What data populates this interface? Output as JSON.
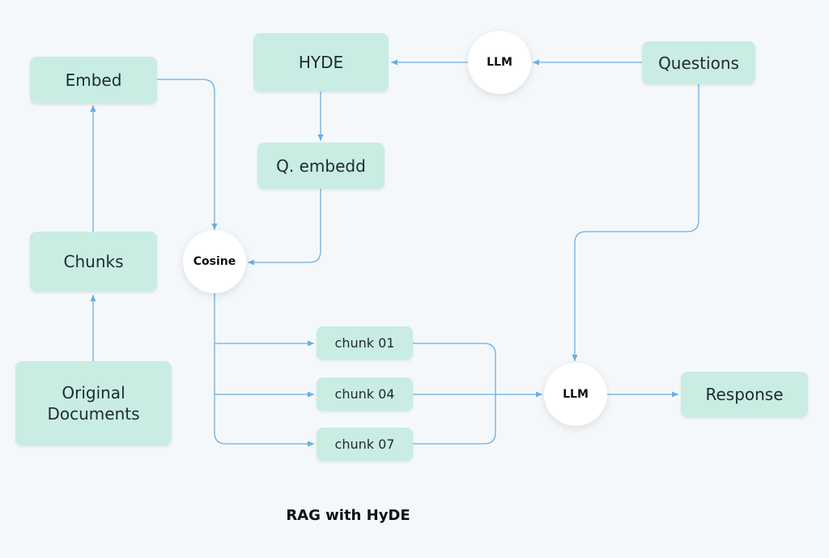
{
  "diagram": {
    "title": "RAG with HyDE",
    "colors": {
      "box": "#c9ede3",
      "circle": "#ffffff",
      "edge": "#6aaee0",
      "background": "#f4f8fb"
    },
    "nodes": {
      "embed": "Embed",
      "chunks": "Chunks",
      "original_documents": "Original Documents",
      "hyde": "HYDE",
      "q_embedd": "Q. embedd",
      "llm_top": "LLM",
      "questions": "Questions",
      "cosine": "Cosine",
      "chunk_01": "chunk 01",
      "chunk_04": "chunk 04",
      "chunk_07": "chunk 07",
      "llm_bottom": "LLM",
      "response": "Response"
    },
    "edges": [
      [
        "original_documents",
        "chunks"
      ],
      [
        "chunks",
        "embed"
      ],
      [
        "embed",
        "cosine"
      ],
      [
        "questions",
        "llm_top"
      ],
      [
        "llm_top",
        "hyde"
      ],
      [
        "hyde",
        "q_embedd"
      ],
      [
        "q_embedd",
        "cosine"
      ],
      [
        "cosine",
        "chunk_01"
      ],
      [
        "cosine",
        "chunk_04"
      ],
      [
        "cosine",
        "chunk_07"
      ],
      [
        "chunk_01",
        "llm_bottom"
      ],
      [
        "chunk_04",
        "llm_bottom"
      ],
      [
        "chunk_07",
        "llm_bottom"
      ],
      [
        "questions",
        "llm_bottom"
      ],
      [
        "llm_bottom",
        "response"
      ]
    ]
  }
}
